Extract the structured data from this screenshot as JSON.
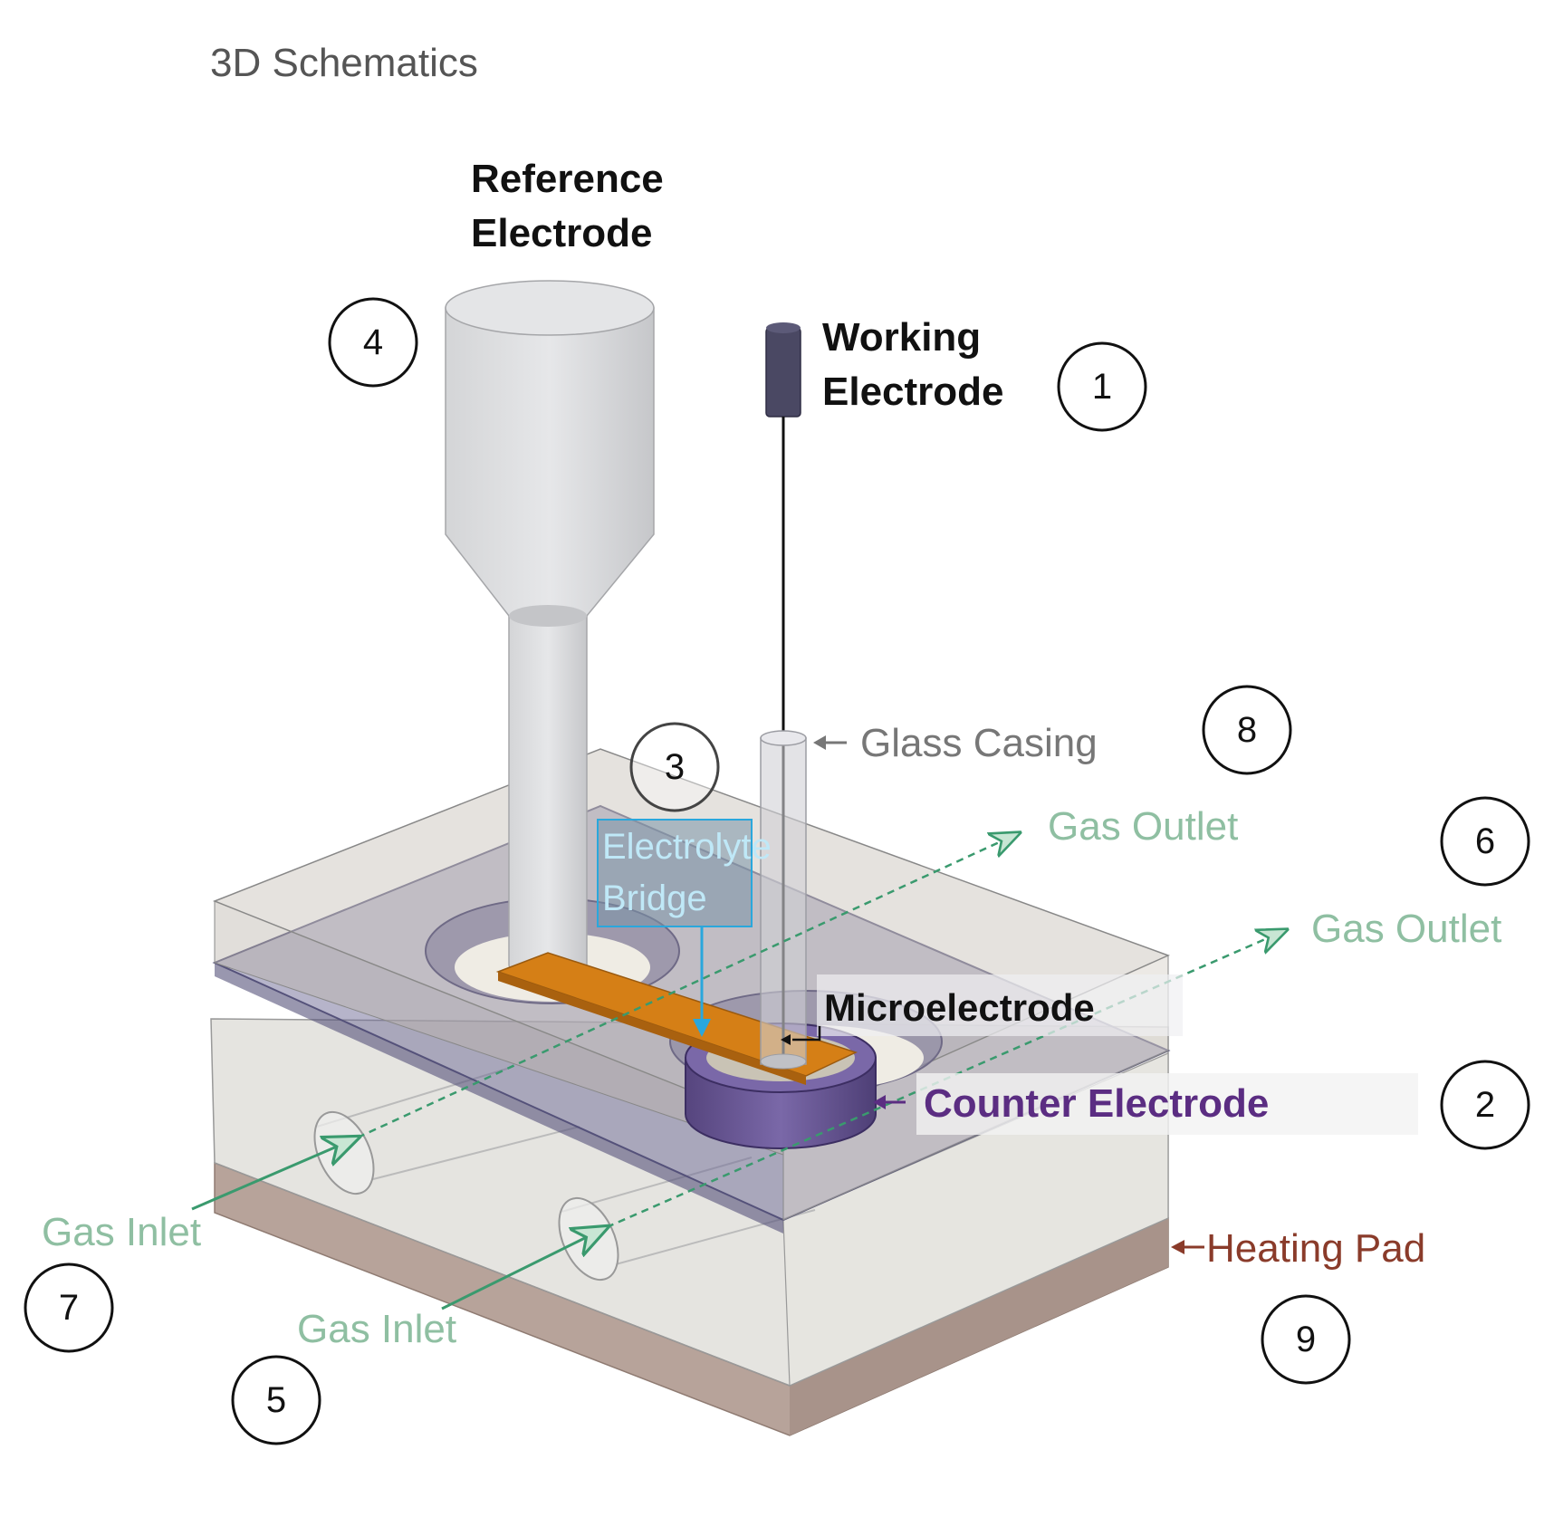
{
  "title": "3D Schematics",
  "components": {
    "working_electrode": {
      "label_line1": "Working",
      "label_line2": "Electrode",
      "number": "1"
    },
    "counter_electrode": {
      "label": "Counter Electrode",
      "number": "2"
    },
    "electrolyte_bridge": {
      "label_line1": "Electrolyte",
      "label_line2": "Bridge",
      "number": "3"
    },
    "reference_electrode": {
      "label_line1": "Reference",
      "label_line2": "Electrode",
      "number": "4"
    },
    "gas_inlet_front": {
      "label": "Gas Inlet",
      "number": "5"
    },
    "gas_outlet_right": {
      "label": "Gas Outlet",
      "number": "6"
    },
    "gas_inlet_left": {
      "label": "Gas Inlet",
      "number": "7"
    },
    "gas_outlet_upper": {
      "label": "Gas Outlet"
    },
    "glass_casing": {
      "label": "Glass Casing",
      "number": "8"
    },
    "heating_pad": {
      "label": "Heating Pad",
      "number": "9"
    },
    "microelectrode": {
      "label": "Microelectrode"
    }
  },
  "colors": {
    "title_text": "#555555",
    "gas_flow": "#3a9a6e",
    "gas_label": "#8fbfa2",
    "counter_electrode": "#5b2d82",
    "heating_pad": "#8a3b2a",
    "glass_label": "#777777",
    "electrolyte_bridge_label": "#2aa7dc",
    "bridge_copper": "#d57f16"
  }
}
